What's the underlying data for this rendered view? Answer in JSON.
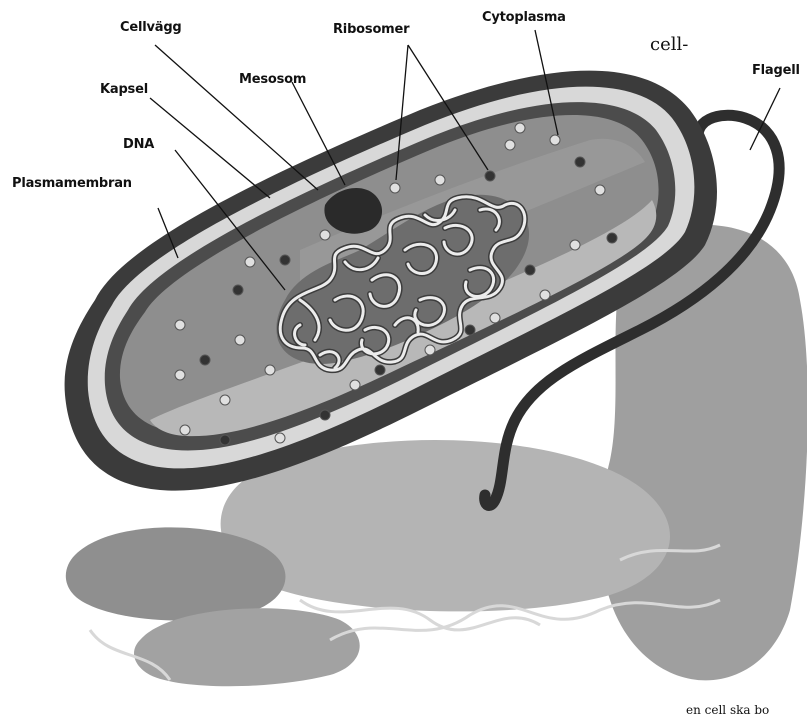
{
  "labels": {
    "cellvagg": "Cellvägg",
    "ribosomer": "Ribosomer",
    "cytoplasma": "Cytoplasma",
    "mesosom": "Mesosom",
    "kapsel": "Kapsel",
    "flagell": "Flagell",
    "dna": "DNA",
    "plasmamembran": "Plasmamembran"
  },
  "text_fragments": {
    "top": "cell-",
    "bottom": "en cell ska bo"
  },
  "colors": {
    "background": "#ffffff",
    "outer_wall": "#3a3a3a",
    "capsule": "#d9d9d9",
    "cytoplasm_dark": "#8e8e8e",
    "cytoplasm_light": "#b9b9b9",
    "dna_strand": "#e8e8e8",
    "background_cells": "#a8a8a8"
  }
}
